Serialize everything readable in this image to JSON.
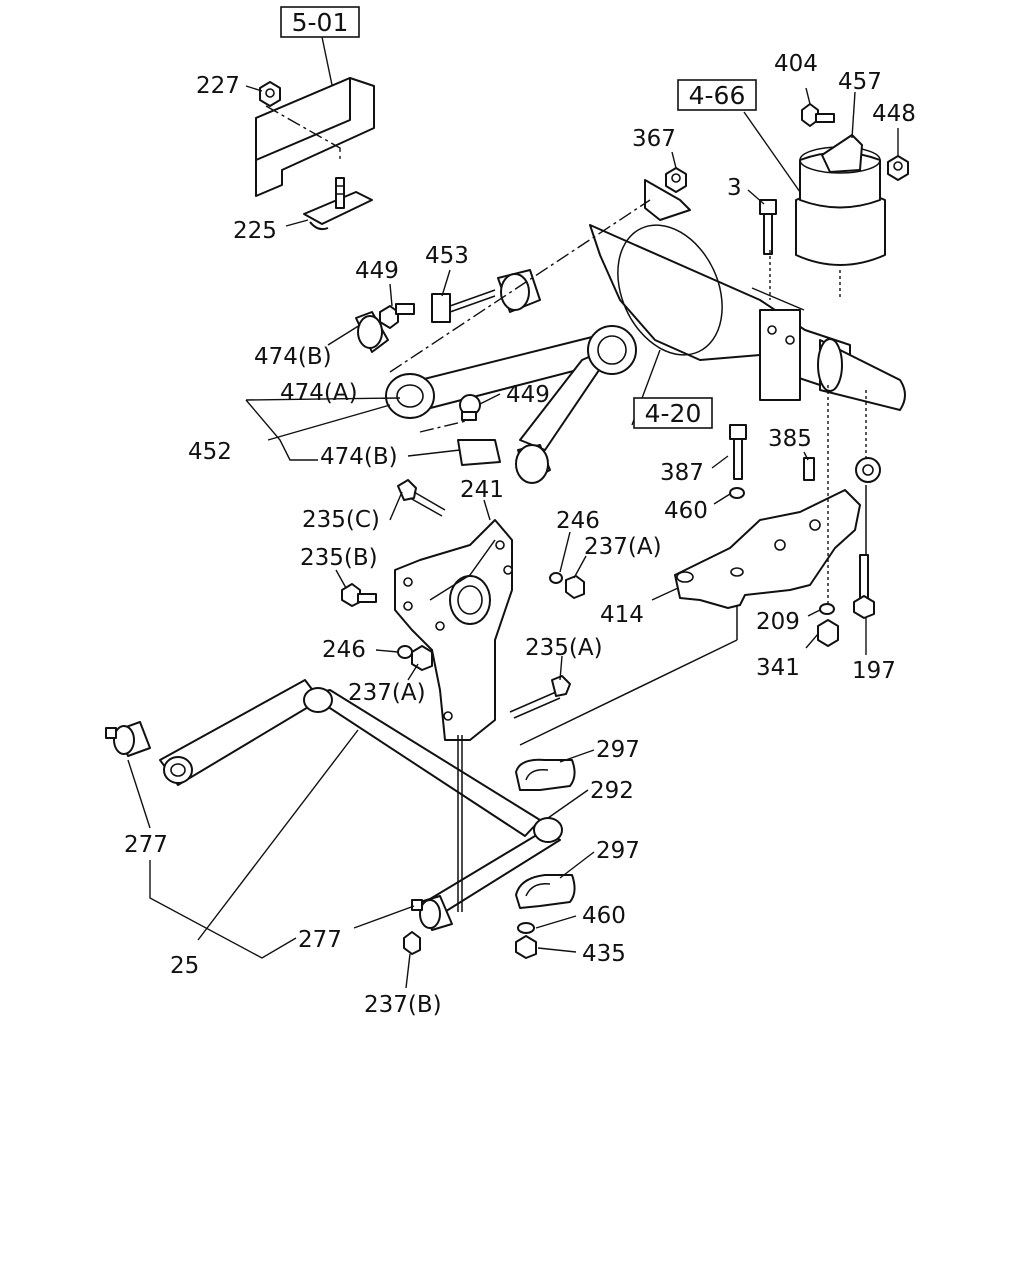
{
  "refs": {
    "r501": "5-01",
    "r466": "4-66",
    "r420": "4-20"
  },
  "labels": {
    "l227": "227",
    "l225": "225",
    "l404": "404",
    "l457": "457",
    "l448": "448",
    "l367": "367",
    "l3": "3",
    "l449a": "449",
    "l453": "453",
    "l474b1": "474(B)",
    "l474a": "474(A)",
    "l449b": "449",
    "l452": "452",
    "l474b2": "474(B)",
    "l387": "387",
    "l385": "385",
    "l460a": "460",
    "l241": "241",
    "l235c": "235(C)",
    "l246a": "246",
    "l237a1": "237(A)",
    "l235b": "235(B)",
    "l414": "414",
    "l209": "209",
    "l341": "341",
    "l197": "197",
    "l246b": "246",
    "l235a": "235(A)",
    "l237a2": "237(A)",
    "l297a": "297",
    "l292": "292",
    "l277a": "277",
    "l297b": "297",
    "l460b": "460",
    "l435": "435",
    "l277b": "277",
    "l25": "25",
    "l237b": "237(B)"
  }
}
